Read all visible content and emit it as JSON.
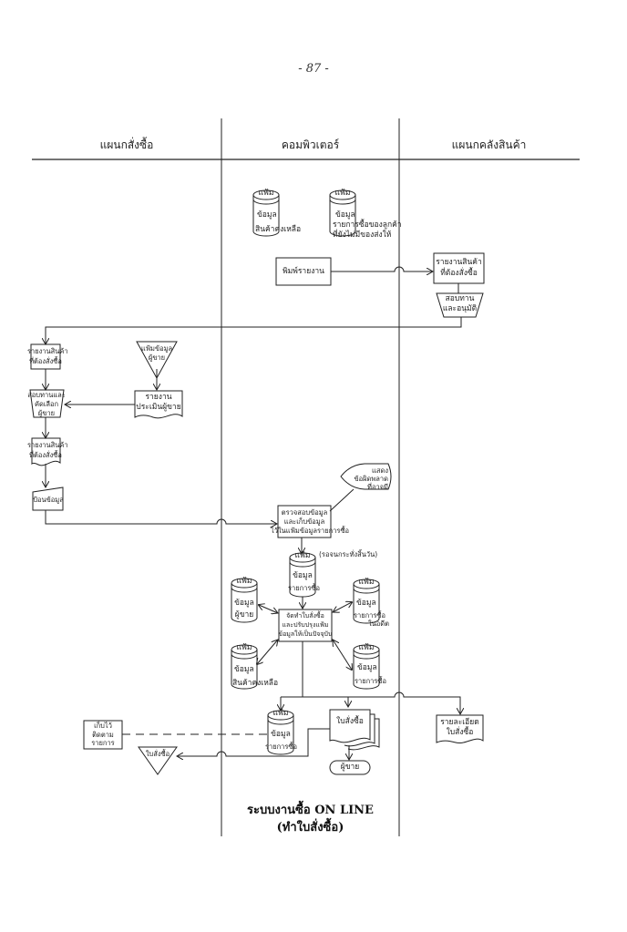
{
  "page_number": "- 87 -",
  "lanes": [
    {
      "id": "purchasing",
      "title": "แผนกสั่งซื้อ"
    },
    {
      "id": "computer",
      "title": "คอมพิวเตอร์"
    },
    {
      "id": "warehouse",
      "title": "แผนกคลังสินค้า"
    }
  ],
  "nodes": {
    "db_stock_top": {
      "shape": "file",
      "tag": "แฟ้ม",
      "lines": [
        "ข้อมูล",
        "สินค้าคงเหลือ"
      ]
    },
    "db_customer_orders": {
      "shape": "file",
      "tag": "แฟ้ม",
      "lines": [
        "ข้อมูล",
        "รายการซื้อของลูกค้า",
        "ที่ยังไม่มีของส่งให้"
      ]
    },
    "print_report": {
      "shape": "process",
      "lines": [
        "พิมพ์รายงาน"
      ]
    },
    "wh_report": {
      "shape": "process",
      "lines": [
        "รายงานสินค้า",
        "ที่ต้องสั่งซื้อ"
      ]
    },
    "wh_review": {
      "shape": "manual",
      "lines": [
        "สอบทาน",
        "และอนุมัติ"
      ]
    },
    "pur_report1": {
      "shape": "process",
      "lines": [
        "รายงานสินค้า",
        "ที่ต้องสั่งซื้อ"
      ]
    },
    "vendor_file": {
      "shape": "offline-file",
      "lines": [
        "แฟ้มข้อมูล",
        "ผู้ขาย"
      ]
    },
    "vendor_eval": {
      "shape": "document",
      "lines": [
        "รายงาน",
        "ประเมินผู้ขาย"
      ]
    },
    "review_select": {
      "shape": "manual",
      "lines": [
        "สอบทานและ",
        "คัดเลือก",
        "ผู้ขาย"
      ]
    },
    "pur_report2": {
      "shape": "document",
      "lines": [
        "รายงานสินค้า",
        "ที่ต้องสั่งซื้อ"
      ]
    },
    "input_data": {
      "shape": "manual-input",
      "lines": [
        "ป้อนข้อมูล"
      ]
    },
    "error_display": {
      "shape": "display",
      "lines": [
        "แสดง",
        "ข้อผิดพลาด",
        "ที่อาจมี"
      ]
    },
    "validate": {
      "shape": "process",
      "lines": [
        "ตรวจสอบข้อมูล",
        "และเก็บข้อมูล",
        "ไว้ในแฟ้มข้อมูลรายการซื้อ"
      ]
    },
    "db_purchase_tx": {
      "shape": "file",
      "tag": "แฟ้ม",
      "lines": [
        "ข้อมูล",
        "รายการซื้อ"
      ],
      "note": "(รอจนกระทั่งสิ้นวัน)"
    },
    "db_vendor": {
      "shape": "file",
      "tag": "แฟ้ม",
      "lines": [
        "ข้อมูล",
        "ผู้ขาย"
      ]
    },
    "db_purchase_past": {
      "shape": "file",
      "tag": "แฟ้ม",
      "lines": [
        "ข้อมูล",
        "รายการซื้อ",
        "ในอดีต"
      ]
    },
    "make_po": {
      "shape": "process",
      "lines": [
        "จัดทำใบสั่งซื้อ",
        "และปรับปรุงแฟ้ม",
        "ข้อมูลให้เป็นปัจจุบัน"
      ]
    },
    "db_stock_mid": {
      "shape": "file",
      "tag": "แฟ้ม",
      "lines": [
        "ข้อมูล",
        "สินค้าคงเหลือ"
      ]
    },
    "db_purchase_mid": {
      "shape": "file",
      "tag": "แฟ้ม",
      "lines": [
        "ข้อมูล",
        "รายการซื้อ"
      ]
    },
    "db_purchase_bottom": {
      "shape": "file",
      "tag": "แฟ้ม",
      "lines": [
        "ข้อมูล",
        "รายการซื้อ"
      ]
    },
    "purchase_order": {
      "shape": "multi-document",
      "lines": [
        "ใบสั่งซื้อ"
      ]
    },
    "vendor_terminal": {
      "shape": "terminal",
      "lines": [
        "ผู้ขาย"
      ]
    },
    "keep_track": {
      "shape": "process",
      "lines": [
        "เก็บไว้",
        "ติดตาม",
        "รายการ"
      ]
    },
    "po_file": {
      "shape": "offline-file",
      "lines": [
        "ใบสั่งซื้อ"
      ]
    },
    "po_detail": {
      "shape": "document",
      "lines": [
        "รายละเอียด",
        "ใบสั่งซื้อ"
      ]
    }
  },
  "caption": {
    "line1": "ระบบงานซื้อ ON LINE",
    "line2": "(ทำใบสั่งซื้อ)"
  },
  "colors": {
    "ink": "#222222",
    "paper": "#ffffff"
  }
}
